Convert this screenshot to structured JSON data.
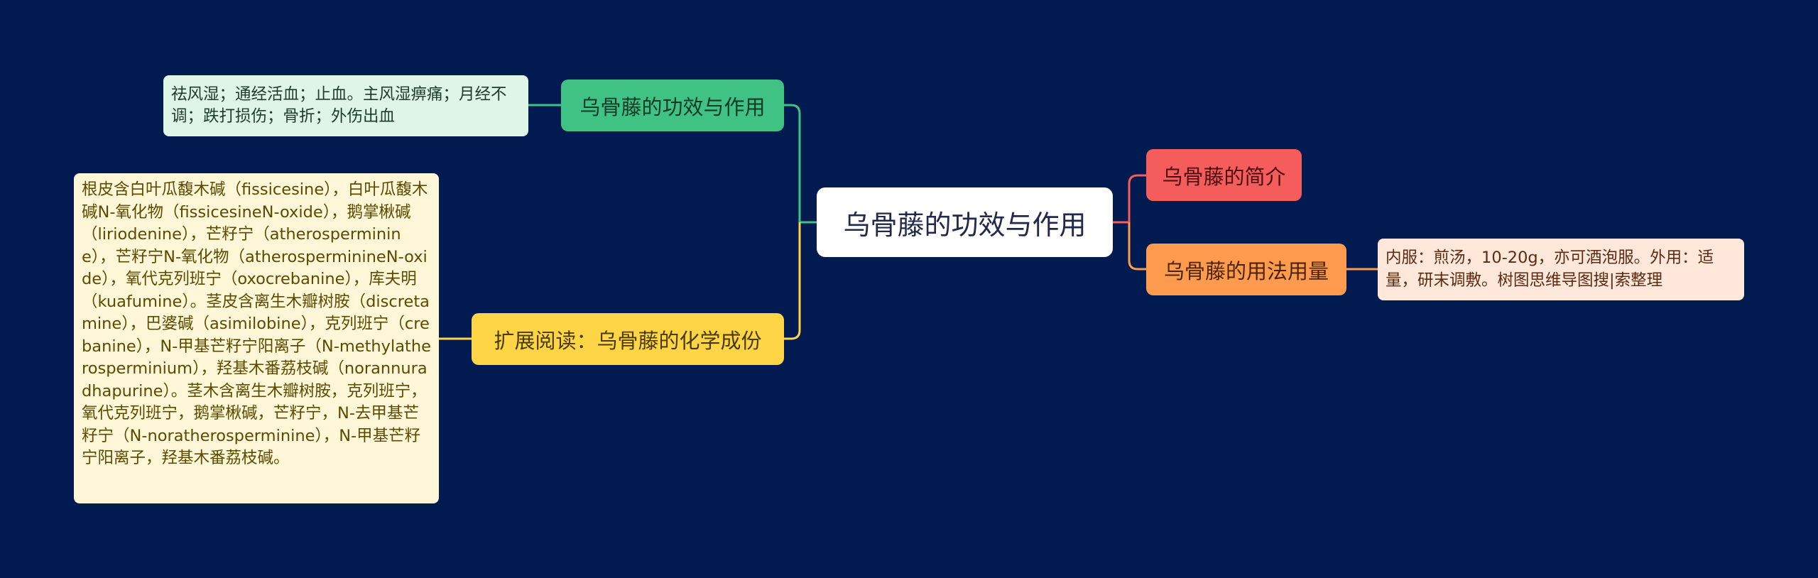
{
  "mindmap": {
    "center": {
      "label": "乌骨藤的功效与作用"
    },
    "branches": [
      {
        "label": "乌骨藤的功效与作用",
        "color": "#3fc283",
        "leaf": "祛风湿；通经活血；止血。主风湿痹痛；月经不调；跌打损伤；骨折；外伤出血"
      },
      {
        "label": "扩展阅读：乌骨藤的化学成份",
        "color": "#ffd548",
        "leaf": "根皮含白叶瓜馥木碱（fissicesine），白叶瓜馥木碱N-氧化物（fissicesineN-oxide），鹅掌楸碱（liriodenine），芒籽宁（atherosperminine），芒籽宁N-氧化物（atherosperminineN-oxide），氧代克列班宁（oxocrebanine），库夫明（kuafumine）。茎皮含离生木瓣树胺（discretamine），巴婆碱（asimilobine），克列班宁（crebanine），N-甲基芒籽宁阳离子（N-methylatherosperminium），羟基木番荔枝碱（norannuradhapurine）。茎木含离生木瓣树胺，克列班宁，氧代克列班宁，鹅掌楸碱，芒籽宁，N-去甲基芒籽宁（N-noratherosperminine），N-甲基芒籽宁阳离子，羟基木番荔枝碱。"
      },
      {
        "label": "乌骨藤的简介",
        "color": "#f45d5c"
      },
      {
        "label": "乌骨藤的用法用量",
        "color": "#ff9b4f",
        "leaf": "内服：煎汤，10-20g，亦可酒泡服。外用：适量，研末调敷。树图思维导图搜|索整理"
      }
    ]
  }
}
